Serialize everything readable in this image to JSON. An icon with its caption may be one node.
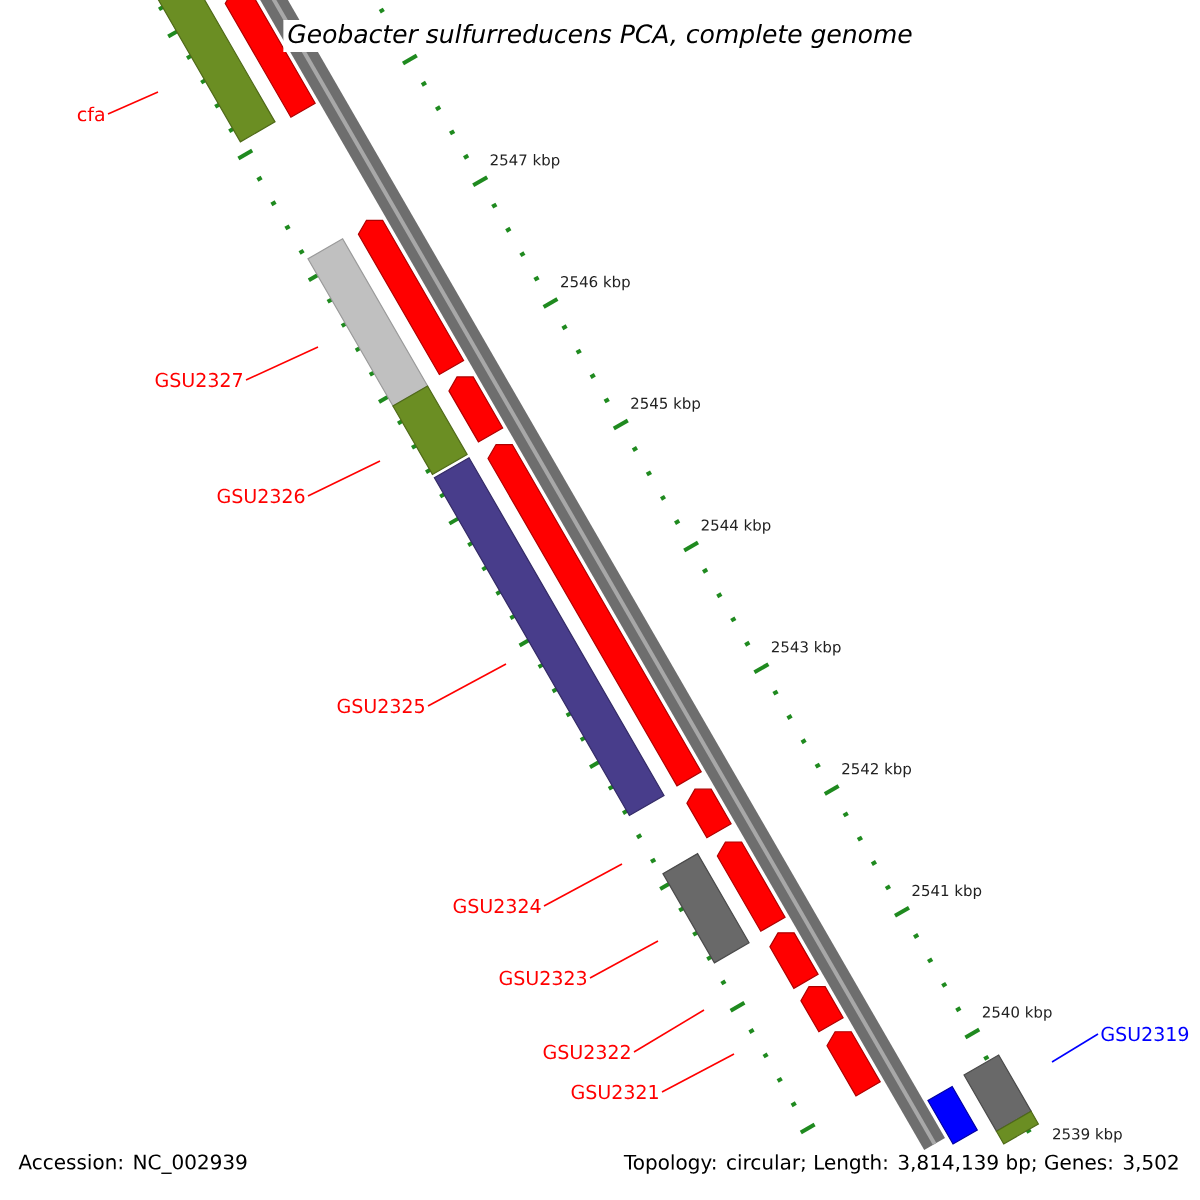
{
  "diagram": {
    "title": "Geobacter sulfurreducens PCA, complete genome",
    "nodes": [
      {
        "text": [
          "cfa"
        ]
      },
      {
        "text": [
          "GSU2327"
        ]
      },
      {
        "text": [
          "GSU2326"
        ]
      },
      {
        "text": [
          "GSU2325"
        ]
      },
      {
        "text": [
          "GSU2324"
        ]
      },
      {
        "text": [
          "GSU2323"
        ]
      },
      {
        "text": [
          "GSU2322"
        ]
      },
      {
        "text": [
          "GSU2321"
        ]
      },
      {
        "text": [
          "GSU2319"
        ]
      },
      {
        "text": [],
        "shape": "pentagon"
      },
      {
        "text": [],
        "shape": "bar"
      },
      {
        "text": [],
        "shape": "pentagon"
      },
      {
        "text": [],
        "shape": "bar"
      },
      {
        "text": [],
        "shape": "pentagon"
      },
      {
        "text": [],
        "shape": "bar"
      },
      {
        "text": [],
        "shape": "pentagon"
      },
      {
        "text": [],
        "shape": "bar"
      },
      {
        "text": [],
        "shape": "pentagon"
      },
      {
        "text": [],
        "shape": "bar"
      },
      {
        "text": [],
        "shape": "pentagon"
      },
      {
        "text": [],
        "shape": "pentagon"
      },
      {
        "text": [],
        "shape": "pentagon"
      },
      {
        "text": [],
        "shape": "pentagon"
      },
      {
        "text": [],
        "shape": "bar"
      },
      {
        "text": [],
        "shape": "bar"
      },
      {
        "text": [],
        "shape": "bar"
      }
    ],
    "edges": [
      {
        "from": 0,
        "to": null,
        "arrow": "none"
      },
      {
        "from": 1,
        "to": null,
        "arrow": "none"
      },
      {
        "from": 2,
        "to": null,
        "arrow": "none"
      },
      {
        "from": 3,
        "to": null,
        "arrow": "none"
      },
      {
        "from": 4,
        "to": null,
        "arrow": "none"
      },
      {
        "from": 5,
        "to": null,
        "arrow": "none"
      },
      {
        "from": 6,
        "to": null,
        "arrow": "none"
      },
      {
        "from": 7,
        "to": null,
        "arrow": "none"
      },
      {
        "from": 8,
        "to": null,
        "arrow": "none",
        "color": "#0000ff"
      }
    ],
    "labels": [
      "2547 kbp",
      "2546 kbp",
      "2545 kbp",
      "2544 kbp",
      "2543 kbp",
      "2542 kbp",
      "2541 kbp",
      "2540 kbp",
      "2539 kbp",
      "Accession: NC_002939",
      "Topology: circular; Length: 3,814,139 bp; Genes: 3,502"
    ]
  }
}
